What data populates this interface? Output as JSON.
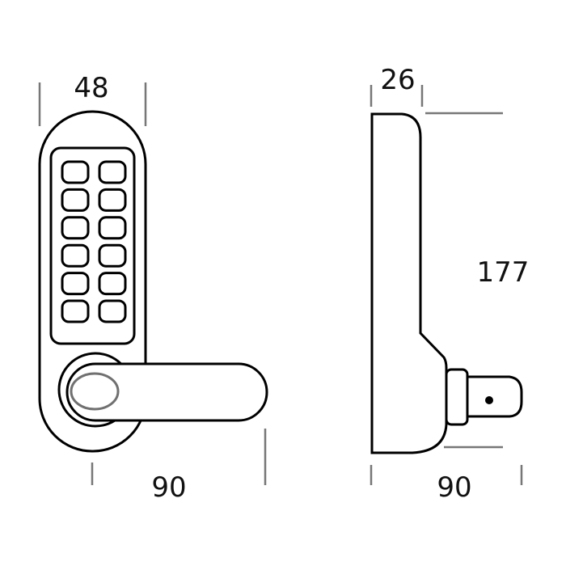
{
  "front_view": {
    "width_label": "48",
    "handle_length_label": "90",
    "keypad_rows": 6,
    "keypad_columns": 2
  },
  "side_view": {
    "depth_label": "26",
    "height_label": "177",
    "projection_label": "90"
  },
  "colors": {
    "outline": "#000000",
    "dimension_lines": "#777777",
    "cylinder": "#707070"
  }
}
